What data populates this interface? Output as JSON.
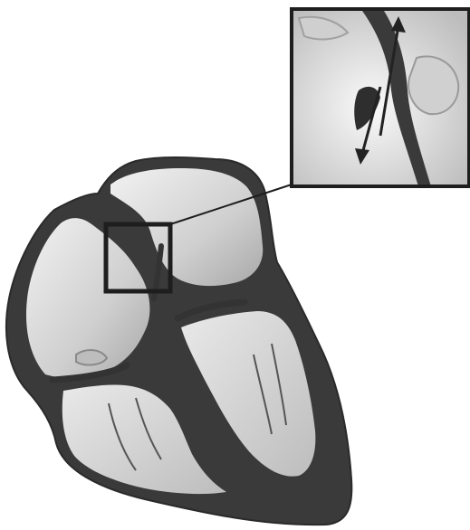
{
  "figure": {
    "subject": "heart-cross-section",
    "inset": {
      "shows": "valve-detail",
      "arrows": 2
    }
  },
  "colors": {
    "wall": "#3a3a3a",
    "chamber": "#d9d9d9",
    "chamber_light": "#efefef",
    "frame": "#1e1e1e",
    "background": "#ffffff"
  }
}
